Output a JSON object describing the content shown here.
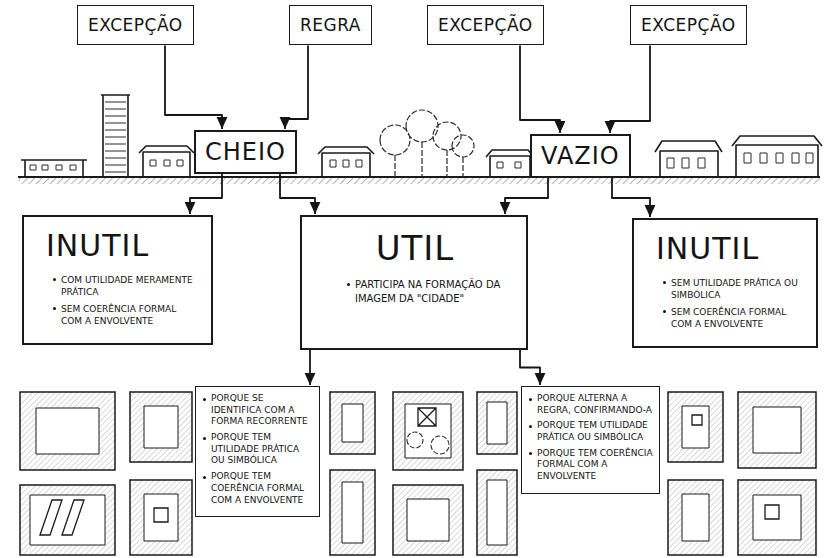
{
  "diagram": {
    "nodes": [
      {
        "text": [
          "EXCEPÇÃO"
        ]
      },
      {
        "text": [
          "REGRA"
        ]
      },
      {
        "text": [
          "EXCEPÇÃO"
        ]
      },
      {
        "text": [
          "EXCEPÇÃO"
        ]
      },
      {
        "text": [
          "CHEIO"
        ]
      },
      {
        "text": [
          "VAZIO"
        ]
      },
      {
        "text": [
          "INUTIL",
          "COM UTILIDADE MERAMENTE PRÁTICA",
          "SEM COERÊNCIA FORMAL COM A ENVOLVENTE"
        ]
      },
      {
        "text": [
          "UTIL",
          "PARTICIPA NA FORMAÇÃO DA IMAGEM DA \"CIDADE\""
        ]
      },
      {
        "text": [
          "INUTIL",
          "SEM UTILIDADE PRÁTICA OU SIMBÓLICA",
          "SEM COERÊNCIA FORMAL COM A ENVOLVENTE"
        ]
      },
      {
        "text": [
          "PORQUE SE IDENTIFICA COM A FORMA RECORRENTE",
          "PORQUE TEM UTILIDADE PRÁTICA OU SIMBÓLICA",
          "PORQUE TEM COERÊNCIA FORMAL COM A ENVOLVENTE"
        ]
      },
      {
        "text": [
          "PORQUE ALTERNA A REGRA, CONFIRMANDO-A",
          "PORQUE TEM UTILIDADE PRÁTICA OU SIMBÓLICA",
          "PORQUE TEM COERÊNCIA FORMAL COM A ENVOLVENTE"
        ]
      }
    ],
    "edges": [
      {
        "from": 0,
        "to": 4,
        "arrow": "to"
      },
      {
        "from": 1,
        "to": 4,
        "arrow": "to"
      },
      {
        "from": 2,
        "to": 5,
        "arrow": "to"
      },
      {
        "from": 3,
        "to": 5,
        "arrow": "to"
      },
      {
        "from": 4,
        "to": 6,
        "arrow": "to"
      },
      {
        "from": 4,
        "to": 7,
        "arrow": "to"
      },
      {
        "from": 5,
        "to": 7,
        "arrow": "to"
      },
      {
        "from": 5,
        "to": 8,
        "arrow": "to"
      },
      {
        "from": 7,
        "to": 9,
        "arrow": "to"
      },
      {
        "from": 7,
        "to": 10,
        "arrow": "to"
      }
    ]
  }
}
